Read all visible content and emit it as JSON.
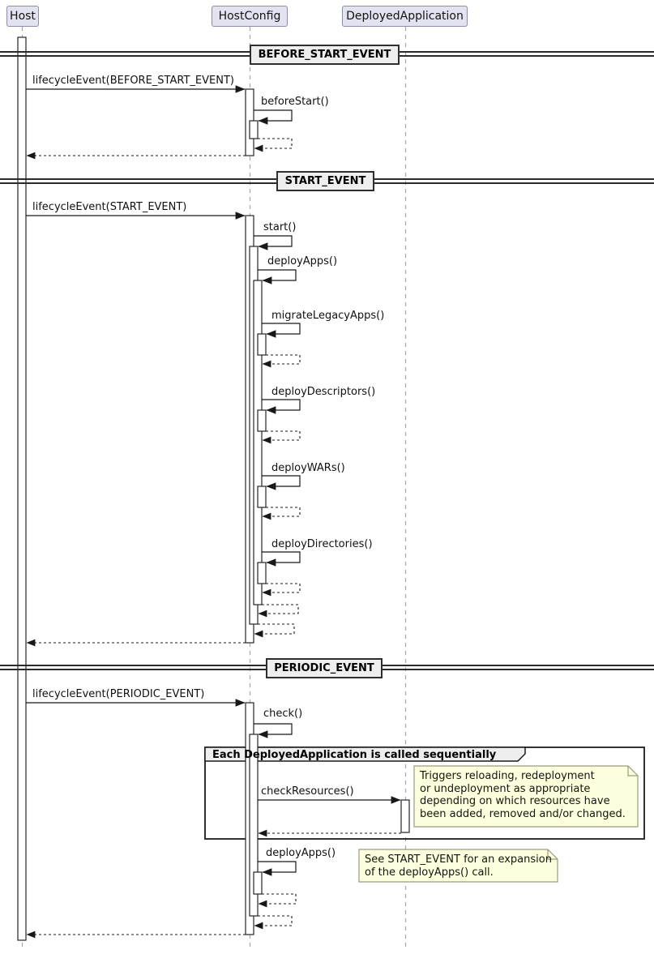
{
  "diagram": {
    "participants": [
      {
        "name": "Host"
      },
      {
        "name": "HostConfig"
      },
      {
        "name": "DeployedApplication"
      }
    ],
    "dividers": [
      {
        "label": "BEFORE_START_EVENT"
      },
      {
        "label": "START_EVENT"
      },
      {
        "label": "PERIODIC_EVENT"
      }
    ],
    "messages": {
      "lifecycle_before": "lifecycleEvent(BEFORE_START_EVENT)",
      "before_start": "beforeStart()",
      "lifecycle_start": "lifecycleEvent(START_EVENT)",
      "start": "start()",
      "deploy_apps": "deployApps()",
      "migrate_legacy_apps": "migrateLegacyApps()",
      "deploy_descriptors": "deployDescriptors()",
      "deploy_wars": "deployWARs()",
      "deploy_directories": "deployDirectories()",
      "lifecycle_periodic": "lifecycleEvent(PERIODIC_EVENT)",
      "check": "check()",
      "check_resources": "checkResources()",
      "deploy_apps_periodic": "deployApps()"
    },
    "group": {
      "label": "Each DeployedApplication is called sequentially"
    },
    "notes": {
      "check_resources_note": {
        "lines": [
          "Triggers reloading, redeployment",
          "or undeployment as appropriate",
          "depending on which resources have",
          "been added, removed and/or changed."
        ]
      },
      "deploy_apps_note": {
        "lines": [
          "See START_EVENT for an expansion",
          "of the deployApps() call."
        ]
      }
    },
    "colors": {
      "participant_fill": "#E2E2F0",
      "divider_fill": "#EEEEEE",
      "note_fill": "#FEFFDD",
      "line": "#181818",
      "lifeline": "#A7A7A7",
      "activation_fill": "#FFFFFF"
    }
  }
}
